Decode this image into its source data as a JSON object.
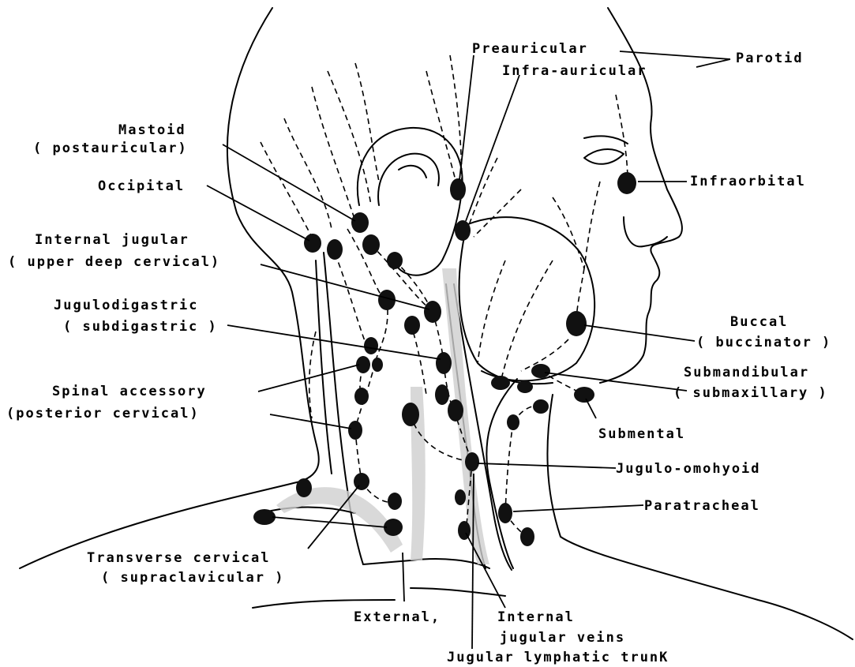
{
  "labels": {
    "preauricular": "Preauricular",
    "parotid": "Parotid",
    "infra_auricular": "Infra-auricular",
    "mastoid": "Mastoid",
    "postauricular": "( postauricular)",
    "occipital": "Occipital",
    "infraorbital": "Infraorbital",
    "internal_jugular": "Internal jugular",
    "upper_deep_cervical": "( upper deep cervical)",
    "jugulodigastric": "Jugulodigastric",
    "subdigastric": "( subdigastric )",
    "buccal": "Buccal",
    "buccinator": "( buccinator )",
    "submandibular": "Submandibular",
    "submaxillary": "( submaxillary )",
    "spinal_accessory": "Spinal accessory",
    "posterior_cervical": "(posterior cervical)",
    "submental": "Submental",
    "jugulo_omohyoid": "Jugulo-omohyoid",
    "paratracheal": "Paratracheal",
    "transverse_cervical": "Transverse cervical",
    "supraclavicular": "( supraclavicular )",
    "external": "External,",
    "internal": "Internal",
    "jugular_veins": "jugular veins",
    "jugular_lymphatic_trunk": "Jugular lymphatic trunK"
  }
}
